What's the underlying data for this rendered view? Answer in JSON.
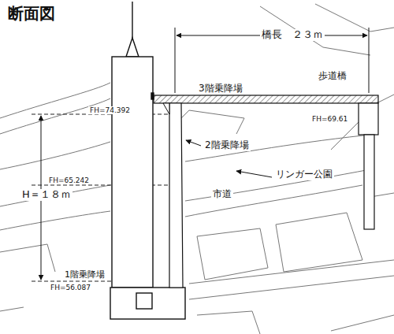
{
  "diagram": {
    "title": "断面図",
    "labels": [
      "橋長　２３ｍ",
      "FH=74.392",
      "3階乗降場",
      "歩道橋",
      "FH=69.61",
      "FH=65.242",
      "H＝１８ｍ",
      "2階乗降場",
      "リンガー公園",
      "市道",
      "1階乗降場",
      "FH=56.087"
    ]
  }
}
